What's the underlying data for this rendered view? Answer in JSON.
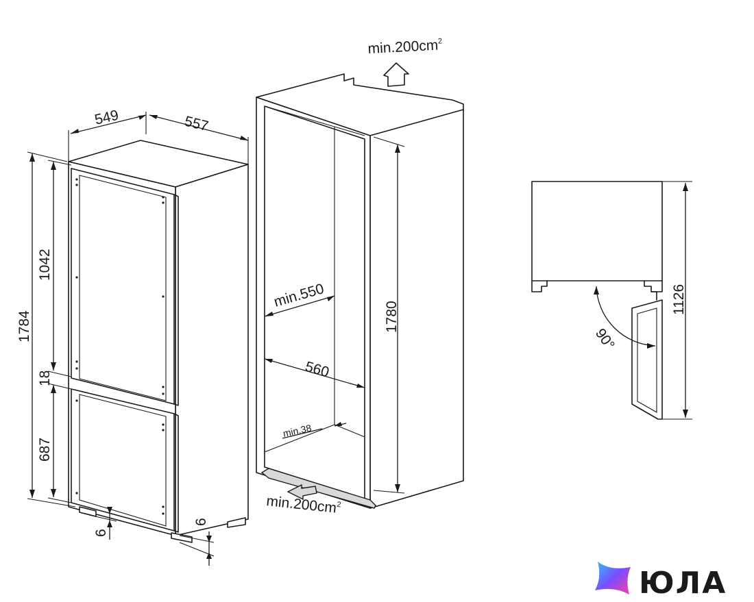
{
  "fridge_dims": {
    "depth": "549",
    "width": "557",
    "height_total": "1784",
    "fridge_door": "1042",
    "door_gap": "18",
    "freezer_door": "687",
    "foot_left": "6",
    "foot_right": "6"
  },
  "niche_dims": {
    "vent_top": "min.200cm",
    "vent_top_sup": "2",
    "depth_min": "min.550",
    "width": "560",
    "height": "1780",
    "plinth": "min.38",
    "vent_bottom": "min.200cm",
    "vent_bottom_sup": "2"
  },
  "door_dims": {
    "height": "1126",
    "angle": "90°"
  },
  "brand": {
    "name": "ЮЛА",
    "colors": [
      "#2ec4f0",
      "#7a4dff",
      "#ff3ca0"
    ]
  }
}
